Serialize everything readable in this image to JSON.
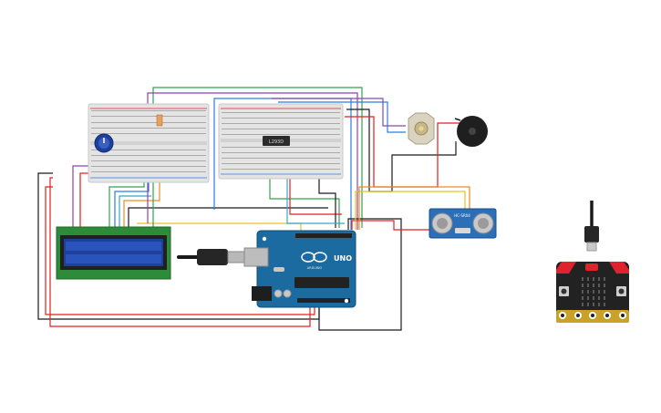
{
  "components": {
    "arduino": {
      "logo_text": "UNO",
      "brand": "ARDUINO",
      "color": "#1b6aa0"
    },
    "motor_driver": {
      "chip_label": "L293D"
    },
    "ultrasonic": {
      "label": "HC-SR04"
    },
    "lcd": {
      "screen_color": "#1e3f9a"
    },
    "microbit": {
      "color": "#222222",
      "accent": "#e0222e",
      "pins": [
        "0",
        "1",
        "2",
        "3V",
        "GND"
      ]
    }
  },
  "wire_colors": {
    "red": "#e02020",
    "black": "#1a1a1a",
    "green": "#2ea44f",
    "blue": "#2a7de1",
    "yellow": "#e8c020",
    "purple": "#8e44ad",
    "orange": "#f08a20",
    "teal": "#35a6c7"
  }
}
